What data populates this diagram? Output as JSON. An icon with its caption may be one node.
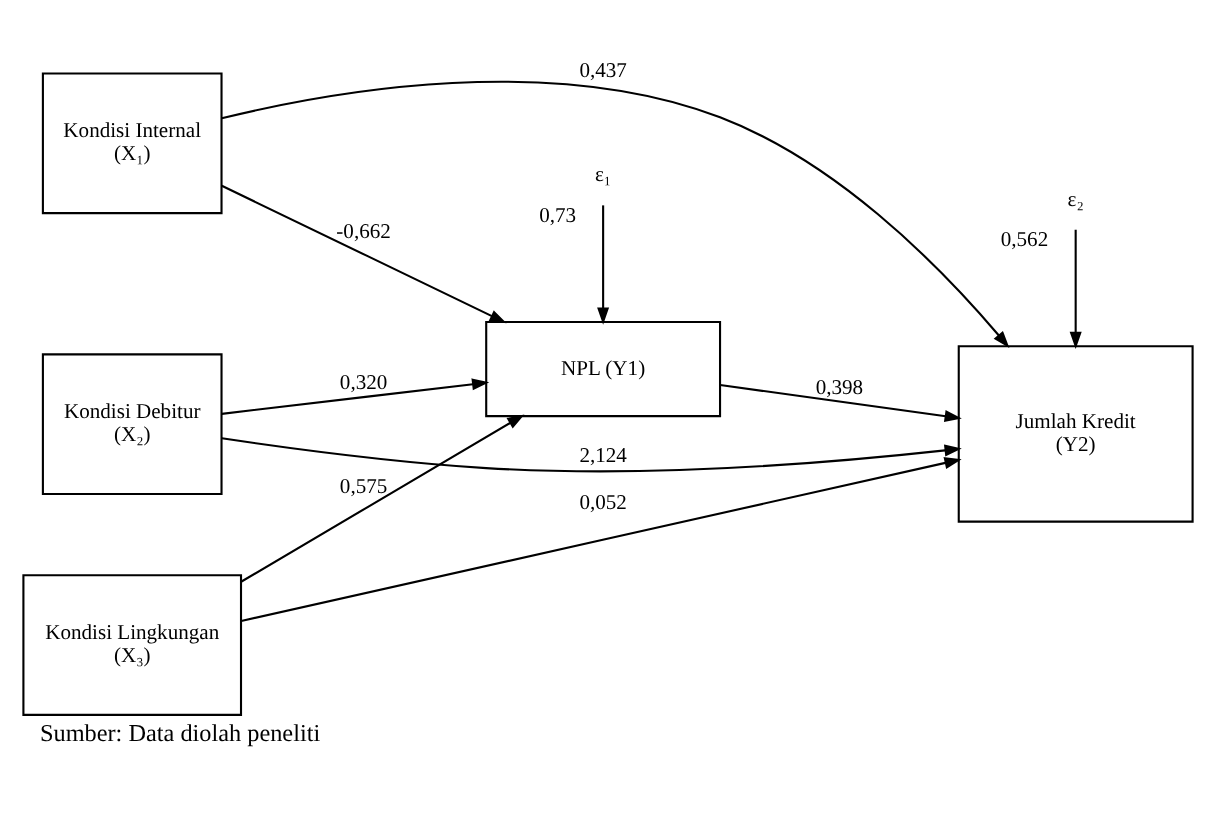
{
  "diagram": {
    "caption": "Sumber: Data diolah peneliti",
    "nodes": [
      {
        "text": [
          "Kondisi Internal (X₁)"
        ]
      },
      {
        "text": [
          "Kondisi Debitur (X₂)"
        ]
      },
      {
        "text": [
          "Kondisi Lingkungan (X₃)"
        ]
      },
      {
        "text": [
          "NPL (Y1)"
        ]
      },
      {
        "text": [
          "Jumlah Kredit (Y2)"
        ]
      },
      {
        "text": [
          "ε₁"
        ],
        "beside": [
          "0,73"
        ]
      },
      {
        "text": [
          "ε₂"
        ],
        "beside": [
          "0,562"
        ]
      }
    ],
    "edges": [
      {
        "from": 0,
        "to": 3,
        "arrow": "to",
        "label": "-0,662"
      },
      {
        "from": 0,
        "to": 4,
        "arrow": "to",
        "label": "0,437"
      },
      {
        "from": 1,
        "to": 3,
        "arrow": "to",
        "label": "0,320"
      },
      {
        "from": 2,
        "to": 3,
        "arrow": "to",
        "label": "0,575"
      },
      {
        "from": 3,
        "to": 4,
        "arrow": "to",
        "label": "0,398"
      },
      {
        "from": 2,
        "to": 4,
        "arrow": "to",
        "label": "0,052"
      },
      {
        "from": 1,
        "to": 4,
        "arrow": "to",
        "label": "2,124"
      },
      {
        "from": 5,
        "to": 3,
        "arrow": "to"
      },
      {
        "from": 6,
        "to": 4,
        "arrow": "to"
      }
    ]
  }
}
